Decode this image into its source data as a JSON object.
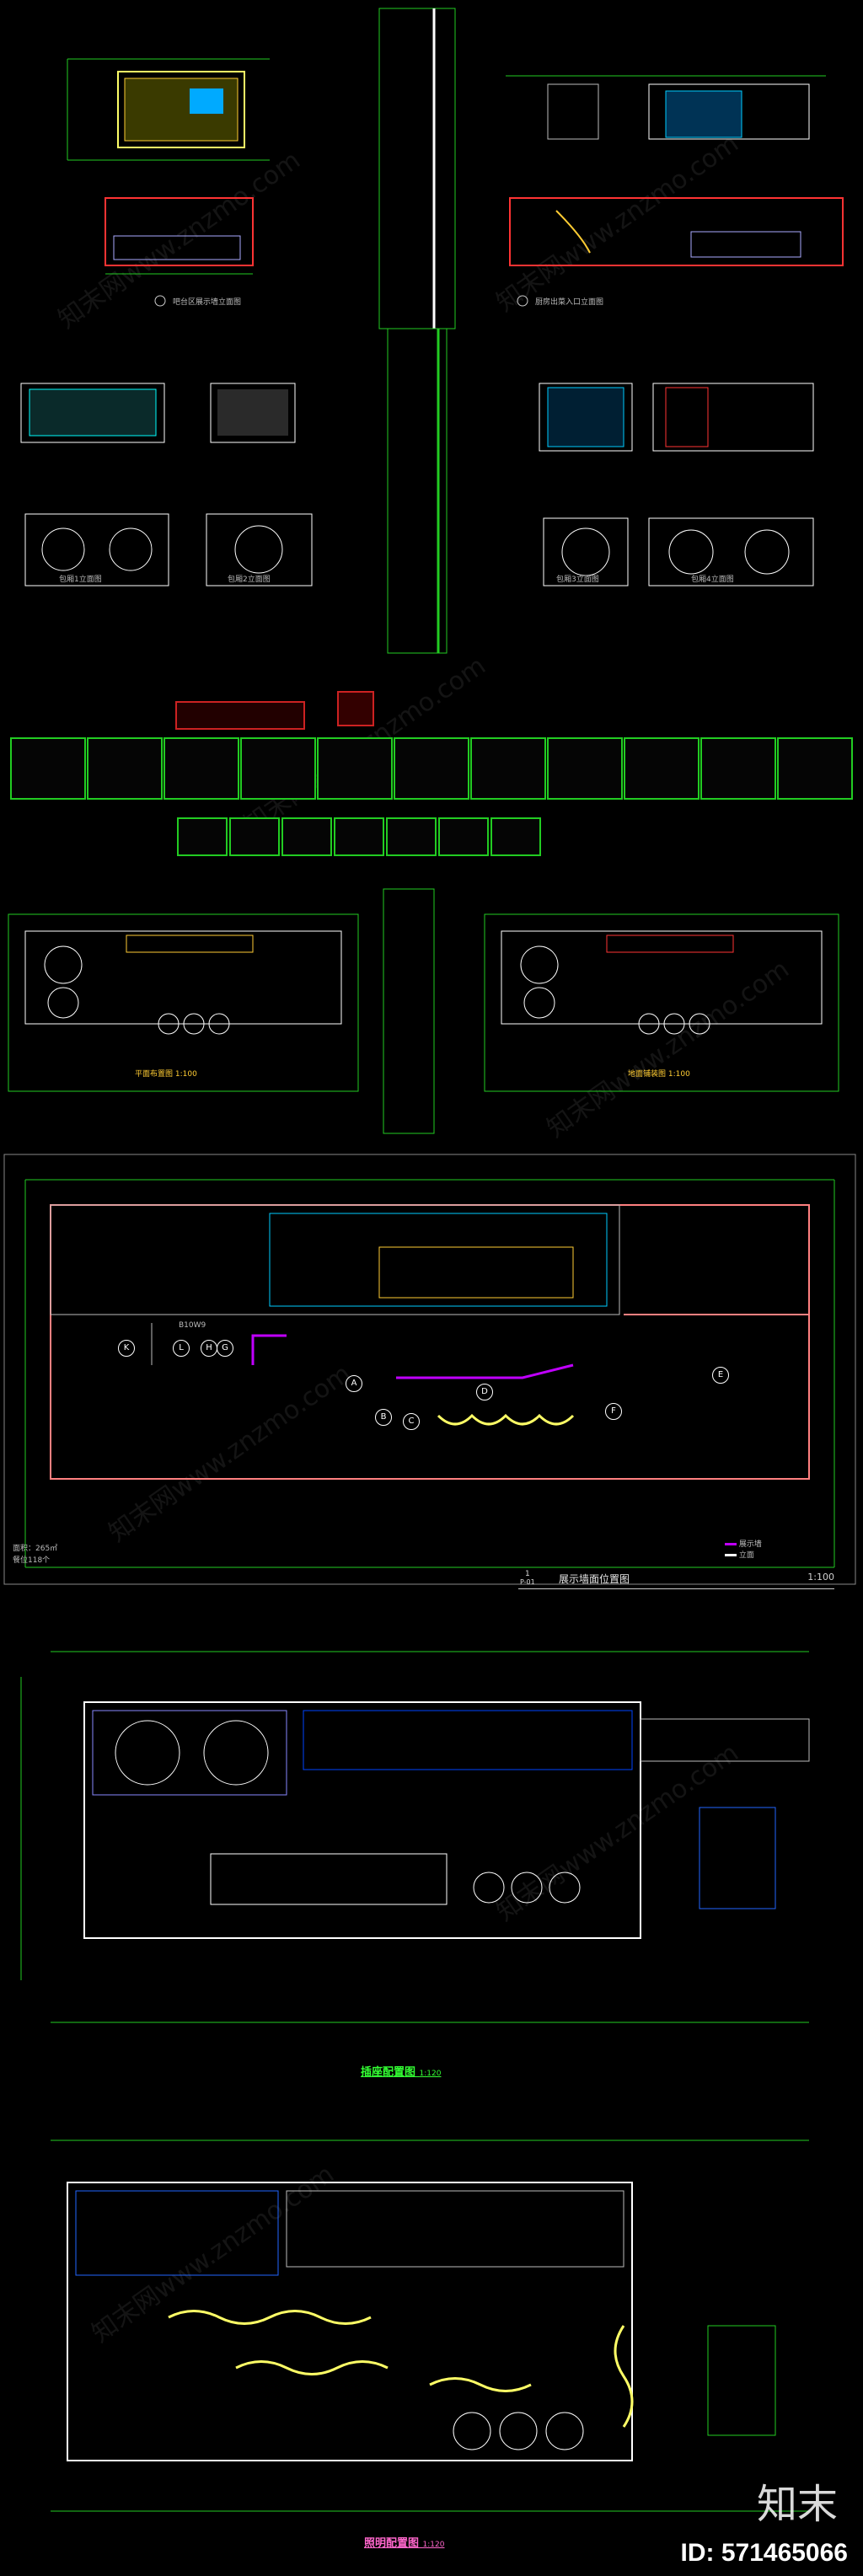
{
  "watermark": {
    "text": "知末网www.znzmo.com"
  },
  "brand": {
    "mark": "知末",
    "id_label": "ID: 571465066"
  },
  "sheet1": {
    "left_caption": "吧台区展示墙立面图",
    "right_caption": "厨房出菜入口立面图"
  },
  "sheet2": {
    "captions": [
      "包厢1立面图",
      "包厢2立面图",
      "包厢3立面图",
      "包厢4立面图"
    ]
  },
  "floor_small": {
    "left_caption": "平面布置图 1:100",
    "right_caption": "地面铺装图 1:100"
  },
  "display_wall_plan": {
    "title": "展示墙面位置图",
    "scale": "1:100",
    "sheet_no": "1",
    "sheet_ref": "P-01",
    "area_note": "面积：265㎡",
    "seat_note": "餐位118个",
    "legend": [
      {
        "label": "展示墙",
        "color": "#c000ff"
      },
      {
        "label": "立面",
        "color": "#ffffff"
      }
    ],
    "markers": [
      "A",
      "B",
      "C",
      "D",
      "E",
      "F",
      "G",
      "H",
      "K",
      "L"
    ],
    "door_tag": "B10W9"
  },
  "socket_plan": {
    "title": "插座配置图",
    "scale": "1:120"
  },
  "lighting_plan": {
    "title": "照明配置图",
    "scale": "1:120"
  }
}
